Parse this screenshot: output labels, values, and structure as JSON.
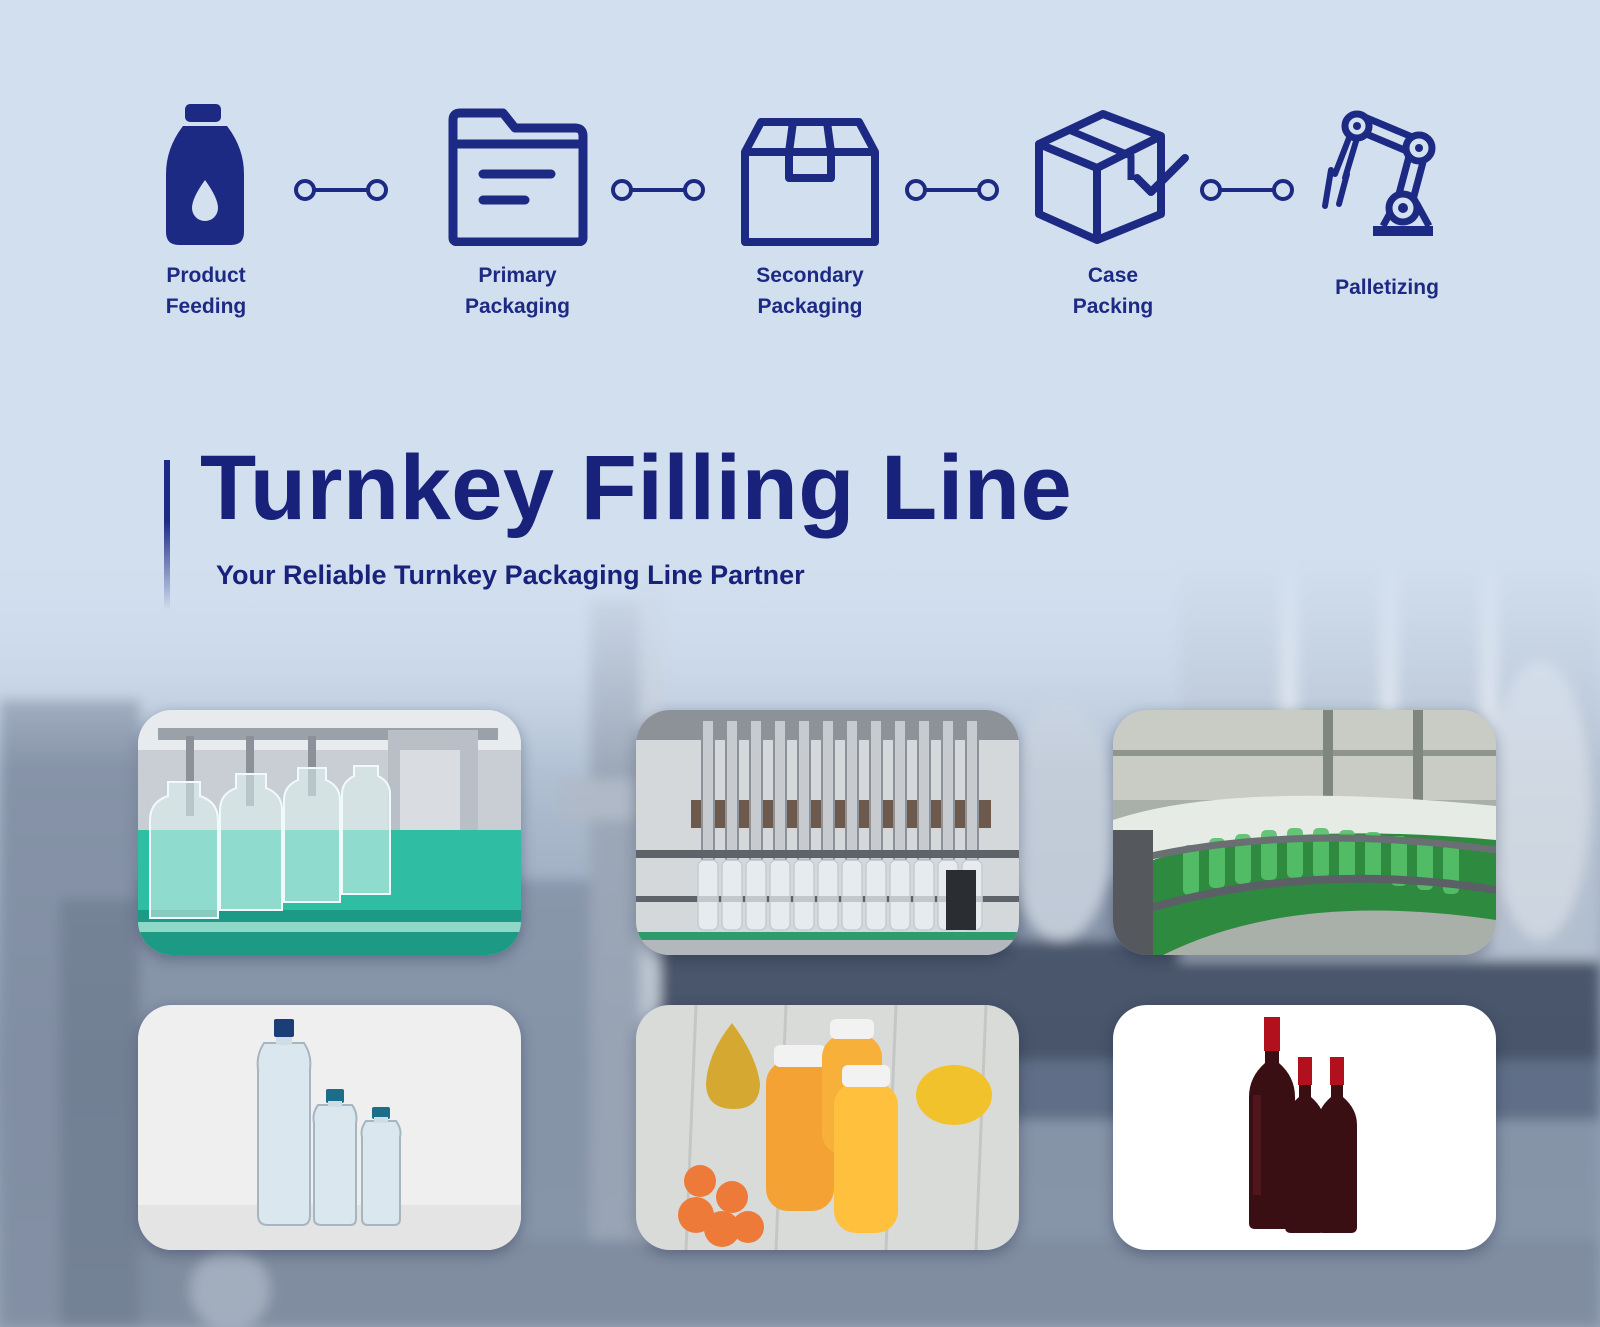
{
  "process_steps": [
    {
      "id": "product-feeding",
      "icon": "bottle-drop-icon",
      "label_lines": [
        "Product",
        "Feeding"
      ]
    },
    {
      "id": "primary-packaging",
      "icon": "folder-document-icon",
      "label_lines": [
        "Primary",
        "Packaging"
      ]
    },
    {
      "id": "secondary-packaging",
      "icon": "open-box-icon",
      "label_lines": [
        "Secondary",
        "Packaging"
      ]
    },
    {
      "id": "case-packing",
      "icon": "box-check-icon",
      "label_lines": [
        "Case",
        "Packing"
      ]
    },
    {
      "id": "palletizing",
      "icon": "robot-arm-icon",
      "label_lines": [
        "Palletizing"
      ]
    }
  ],
  "headline": {
    "title": "Turnkey Filling Line",
    "subtitle": "Your Reliable Turnkey Packaging Line Partner"
  },
  "colors": {
    "brand_navy": "#1d2a84",
    "background_top": "#d3e0f0",
    "background_bottom": "#8d9bb0"
  },
  "gallery": [
    {
      "id": "bottle-filling-teal",
      "icon": "photo-bottle-filling-icon"
    },
    {
      "id": "filling-nozzles",
      "icon": "photo-filling-nozzles-icon"
    },
    {
      "id": "green-bottle-conveyor",
      "icon": "photo-conveyor-icon"
    },
    {
      "id": "water-bottles",
      "icon": "photo-water-bottles-icon"
    },
    {
      "id": "juice-bottles",
      "icon": "photo-juice-bottles-icon"
    },
    {
      "id": "wine-bottles",
      "icon": "photo-wine-bottles-icon"
    }
  ]
}
